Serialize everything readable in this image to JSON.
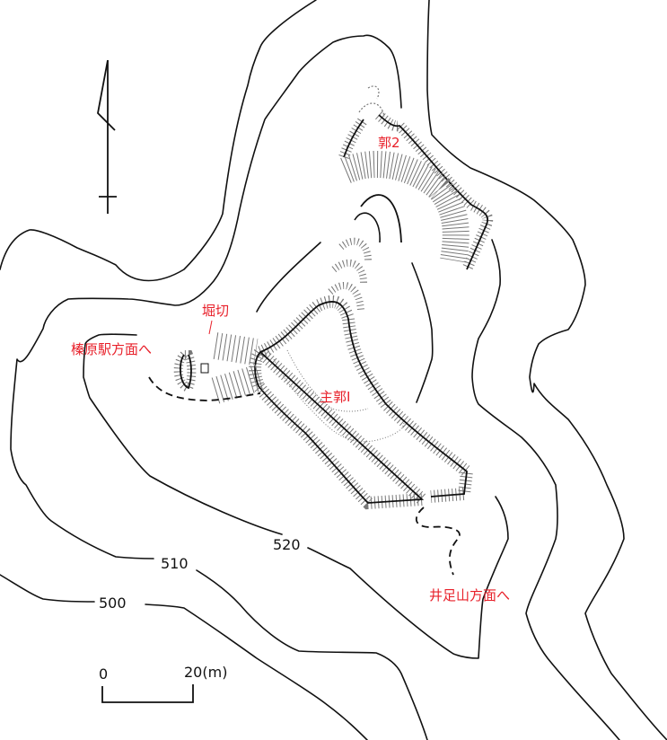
{
  "map": {
    "labels": {
      "kuruwa2": "郭2",
      "horikiri": "堀切",
      "haibara": "榛原駅方面へ",
      "shukaku": "主郭Ⅰ",
      "iashiyama": "井足山方面へ"
    },
    "contours": [
      "520",
      "510",
      "500"
    ],
    "scale": {
      "start": "0",
      "end": "20(m)"
    },
    "colors": {
      "label": "#e8202a",
      "line": "#111111"
    }
  }
}
